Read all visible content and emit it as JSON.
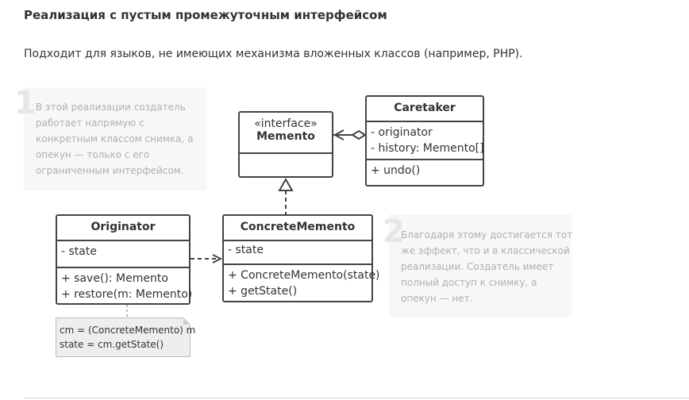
{
  "header": {
    "title": "Реализация с пустым промежуточным интерфейсом",
    "subtitle": "Подходит для языков, не имеющих механизма вложенных классов (например, PHP)."
  },
  "notes": [
    {
      "number": "1",
      "lines": [
        "В этой реализации создатель",
        "работает напрямую с",
        "конкретным классом снимка, а",
        "опекун — только с его",
        "ограниченным интерфейсом."
      ]
    },
    {
      "number": "2",
      "lines": [
        "Благодаря этому достигается тот",
        "же эффект, что и в классической",
        "реализации. Создатель имеет",
        "полный доступ к снимку, а",
        "опекун — нет."
      ]
    }
  ],
  "classes": {
    "memento": {
      "stereotype": "«interface»",
      "name": "Memento"
    },
    "caretaker": {
      "name": "Caretaker",
      "fields": [
        "- originator",
        "- history: Memento[]"
      ],
      "methods": [
        "+ undo()"
      ]
    },
    "originator": {
      "name": "Originator",
      "fields": [
        "- state"
      ],
      "methods": [
        "+ save(): Memento",
        "+ restore(m: Memento)"
      ]
    },
    "concrete_memento": {
      "name": "ConcreteMemento",
      "fields": [
        "- state"
      ],
      "methods": [
        "+ ConcreteMemento(state)",
        "+ getState()"
      ]
    }
  },
  "code_note": {
    "lines": [
      "cm = (ConcreteMemento) m",
      "state = cm.getState()"
    ]
  },
  "colors": {
    "line": "#444444",
    "note_bg": "#f7f7f7",
    "note_text": "#b0b0b0",
    "note_number": "#e6e6e6"
  }
}
